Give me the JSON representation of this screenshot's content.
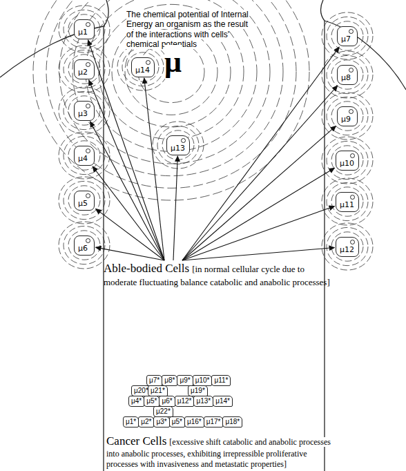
{
  "diagram": {
    "title": "The chemical potential of Internal Energy an organism as the result of the interactions with cells' chemical potentials",
    "nodes": [
      {
        "text": [
          "μ1"
        ]
      },
      {
        "text": [
          "μ2"
        ]
      },
      {
        "text": [
          "μ3"
        ]
      },
      {
        "text": [
          "μ4"
        ]
      },
      {
        "text": [
          "μ5"
        ]
      },
      {
        "text": [
          "μ6"
        ]
      },
      {
        "text": [
          "μ7"
        ]
      },
      {
        "text": [
          "μ8"
        ]
      },
      {
        "text": [
          "μ9"
        ]
      },
      {
        "text": [
          "μ10"
        ]
      },
      {
        "text": [
          "μ11"
        ]
      },
      {
        "text": [
          "μ12"
        ]
      },
      {
        "text": [
          "μ13"
        ]
      },
      {
        "text": [
          "μ14"
        ]
      },
      {
        "text": [
          "Able-bodied Cells",
          "[in normal cellular cycle due to moderate fluctuating balance catabolic and anabolic processes]"
        ]
      },
      {
        "text": [
          "μ7*"
        ]
      },
      {
        "text": [
          "μ8*"
        ]
      },
      {
        "text": [
          "μ9*"
        ]
      },
      {
        "text": [
          "μ10*"
        ]
      },
      {
        "text": [
          "μ11*"
        ]
      },
      {
        "text": [
          "μ20*"
        ]
      },
      {
        "text": [
          "μ21*"
        ]
      },
      {
        "text": [
          "μ19*"
        ]
      },
      {
        "text": [
          "μ4*"
        ]
      },
      {
        "text": [
          "μ5*"
        ]
      },
      {
        "text": [
          "μ6*"
        ]
      },
      {
        "text": [
          "μ12*"
        ]
      },
      {
        "text": [
          "μ13*"
        ]
      },
      {
        "text": [
          "μ14*"
        ]
      },
      {
        "text": [
          "μ22*"
        ]
      },
      {
        "text": [
          "μ1*"
        ]
      },
      {
        "text": [
          "μ2*"
        ]
      },
      {
        "text": [
          "μ3*"
        ]
      },
      {
        "text": [
          "μ5*"
        ]
      },
      {
        "text": [
          "μ16*"
        ]
      },
      {
        "text": [
          "μ17*"
        ]
      },
      {
        "text": [
          "μ18*"
        ]
      }
    ],
    "edges": [
      {
        "from": 14,
        "to": 0,
        "arrow": "to"
      },
      {
        "from": 14,
        "to": 1,
        "arrow": "to"
      },
      {
        "from": 14,
        "to": 2,
        "arrow": "to"
      },
      {
        "from": 14,
        "to": 3,
        "arrow": "to"
      },
      {
        "from": 14,
        "to": 4,
        "arrow": "to"
      },
      {
        "from": 14,
        "to": 5,
        "arrow": "to"
      },
      {
        "from": 14,
        "to": 6,
        "arrow": "to"
      },
      {
        "from": 14,
        "to": 7,
        "arrow": "to"
      },
      {
        "from": 14,
        "to": 8,
        "arrow": "to"
      },
      {
        "from": 14,
        "to": 9,
        "arrow": "to"
      },
      {
        "from": 14,
        "to": 10,
        "arrow": "to"
      },
      {
        "from": 14,
        "to": 11,
        "arrow": "to"
      },
      {
        "from": 14,
        "to": 12,
        "arrow": "to"
      },
      {
        "from": 14,
        "to": 13,
        "arrow": "to"
      }
    ],
    "labels": [
      "μ",
      "Cancer Cells",
      "[excessive shift catabolic and anabolic processes into anabolic processes, exhibiting irrepressible proliferative processes with invasiveness and metastatic properties]"
    ]
  }
}
